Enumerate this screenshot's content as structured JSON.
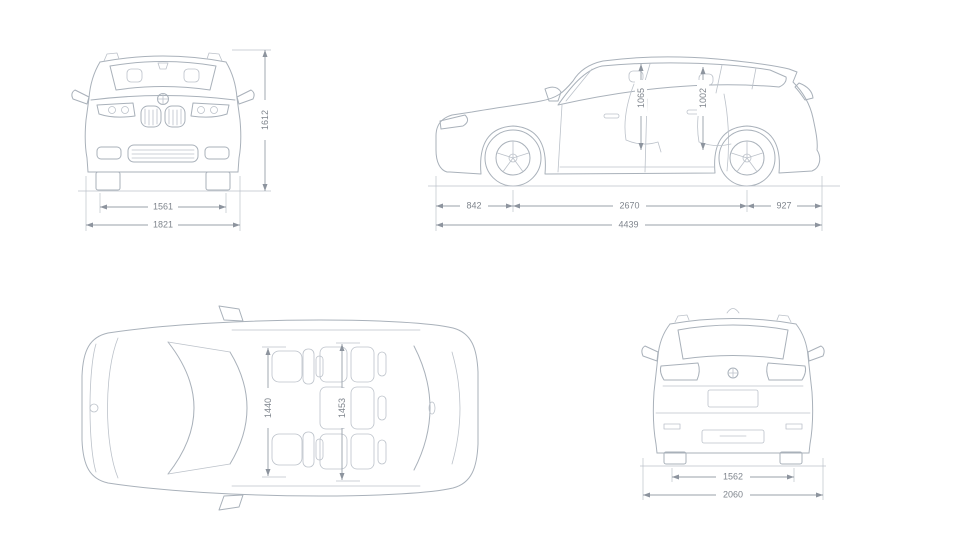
{
  "views": {
    "front": {
      "track_width": "1561",
      "overall_width": "1821",
      "overall_height": "1612"
    },
    "side": {
      "front_overhang": "842",
      "wheelbase": "2670",
      "rear_overhang": "927",
      "overall_length": "4439",
      "interior_height_front": "1065",
      "interior_height_rear": "1002"
    },
    "top": {
      "interior_width_front": "1440",
      "interior_width_rear": "1453"
    },
    "rear": {
      "track_width": "1562",
      "overall_width_incl_mirrors": "2060"
    }
  },
  "colors": {
    "background": "#ffffff",
    "car_line": "#a9b1ba",
    "dimension_line": "#98a0aa",
    "dimension_text": "#7f858d"
  }
}
